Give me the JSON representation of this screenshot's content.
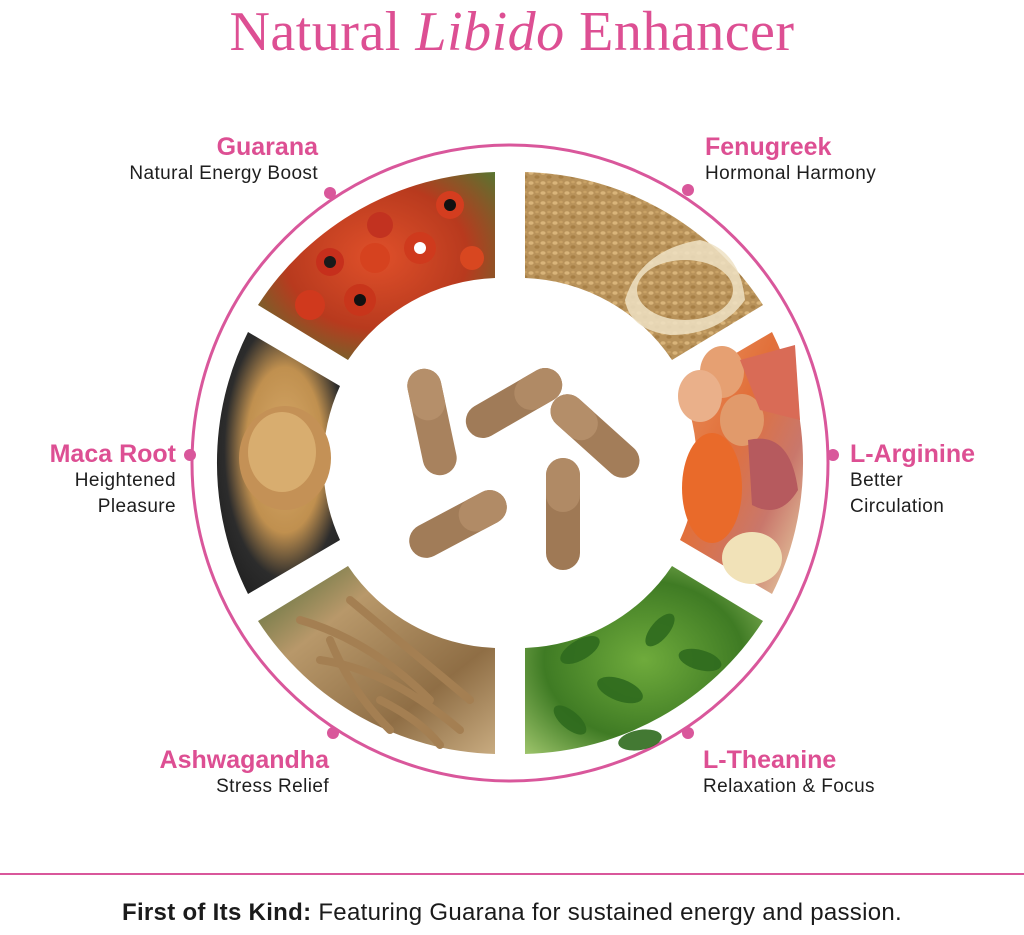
{
  "title": {
    "part1": "Natural ",
    "part2": "Libido",
    "part3": " Enhancer"
  },
  "colors": {
    "accent": "#dd4f93",
    "ring": "#d9579b",
    "text": "#1e1e1e"
  },
  "ingredients": [
    {
      "name": "Guarana",
      "benefit": "Natural Energy Boost",
      "icon": "guarana-berries-photo"
    },
    {
      "name": "Fenugreek",
      "benefit": "Hormonal Harmony",
      "icon": "fenugreek-seeds-photo"
    },
    {
      "name": "Maca Root",
      "benefit_line1": "Heightened",
      "benefit_line2": "Pleasure",
      "icon": "maca-powder-photo"
    },
    {
      "name": "L-Arginine",
      "benefit_line1": "Better",
      "benefit_line2": "Circulation",
      "icon": "protein-foods-photo"
    },
    {
      "name": "Ashwagandha",
      "benefit": "Stress Relief",
      "icon": "ashwagandha-roots-photo"
    },
    {
      "name": "L-Theanine",
      "benefit": "Relaxation & Focus",
      "icon": "tea-leaves-photo"
    }
  ],
  "center": {
    "icon": "capsules-photo"
  },
  "footer": {
    "lead": "First of Its Kind:",
    "text": " Featuring Guarana for sustained energy and passion."
  }
}
